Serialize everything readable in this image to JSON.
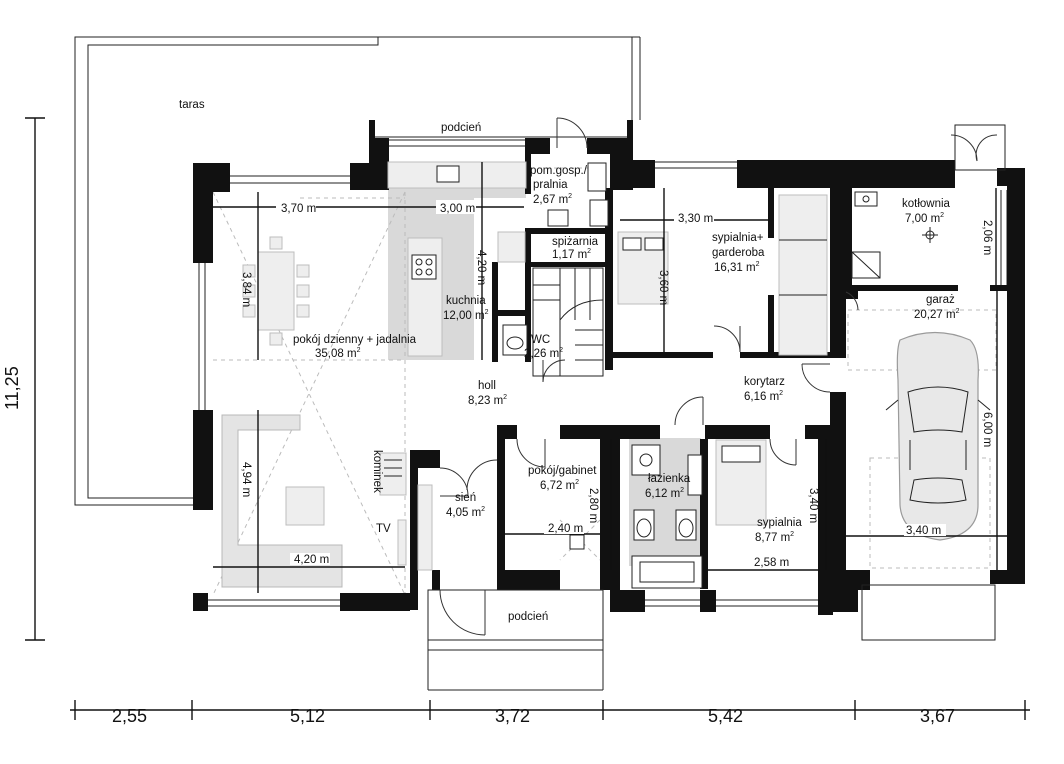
{
  "rooms": {
    "taras": {
      "name": "taras"
    },
    "podcien_top": {
      "name": "podcień"
    },
    "podcien_bottom": {
      "name": "podcień"
    },
    "pom_gosp": {
      "name_line1": "pom.gosp./",
      "name_line2": "pralnia",
      "area": "2,67 m",
      "sup": "2"
    },
    "spizarnia": {
      "name": "spiżarnia",
      "area": "1,17 m",
      "sup": "2"
    },
    "sypialnia_garderoba": {
      "name_line1": "sypialnia+",
      "name_line2": "garderoba",
      "area": "16,31 m",
      "sup": "2"
    },
    "kotlownia": {
      "name": "kotłownia",
      "area": "7,00 m",
      "sup": "2"
    },
    "kuchnia": {
      "name": "kuchnia",
      "area": "12,00 m",
      "sup": "2"
    },
    "wc": {
      "name": "WC",
      "area": "2,26 m",
      "sup": "2"
    },
    "pokoj_dzienny": {
      "name": "pokój dzienny + jadalnia",
      "area": "35,08 m",
      "sup": "2"
    },
    "garaz": {
      "name": "garaż",
      "area": "20,27 m",
      "sup": "2"
    },
    "hall": {
      "name": "holl",
      "area": "8,23 m",
      "sup": "2"
    },
    "korytarz": {
      "name": "korytarz",
      "area": "6,16 m",
      "sup": "2"
    },
    "pokoj_gabinet": {
      "name": "pokój/gabinet",
      "area": "6,72 m",
      "sup": "2"
    },
    "lazienka": {
      "name": "łazienka",
      "area": "6,12 m",
      "sup": "2"
    },
    "sien": {
      "name": "sień",
      "area": "4,05 m",
      "sup": "2"
    },
    "sypialnia": {
      "name": "sypialnia",
      "area": "8,77 m",
      "sup": "2"
    }
  },
  "labels": {
    "kominek": "kominek",
    "tv": "TV"
  },
  "dimensions": {
    "d_370": "3,70 m",
    "d_300": "3,00 m",
    "d_330": "3,30 m",
    "d_420v": "4,20 m",
    "d_384": "3,84 m",
    "d_360": "3,60 m",
    "d_206": "2,06 m",
    "d_494": "4,94 m",
    "d_420h": "4,20 m",
    "d_240": "2,40 m",
    "d_280": "2,80 m",
    "d_258": "2,58 m",
    "d_340v": "3,40 m",
    "d_600": "6,00 m",
    "d_340h": "3,40 m"
  },
  "overall": {
    "height": "11,25",
    "segments": [
      "2,55",
      "5,12",
      "3,72",
      "5,42",
      "3,67"
    ]
  }
}
